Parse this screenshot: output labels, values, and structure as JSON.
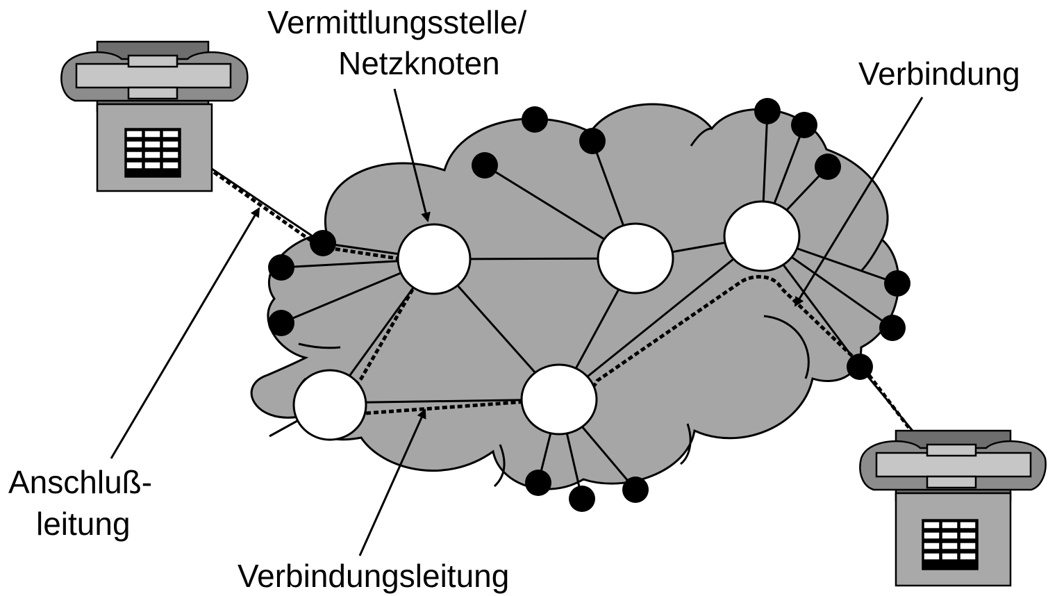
{
  "labels": {
    "switch_line1": "Vermittlungsstelle/",
    "switch_line2": "Netzknoten",
    "connection": "Verbindung",
    "access_line1": "Anschluß-",
    "access_line2": "leitung",
    "trunk_line": "Verbindungsleitung"
  },
  "colors": {
    "cloud": "#a6a6a6",
    "phone_body": "#a9a9a9",
    "phone_dark": "#6e6e6e",
    "node": "#ffffff",
    "terminal": "#000000",
    "line": "#000000"
  },
  "icons": [
    "telephone-icon",
    "telephone-icon"
  ]
}
